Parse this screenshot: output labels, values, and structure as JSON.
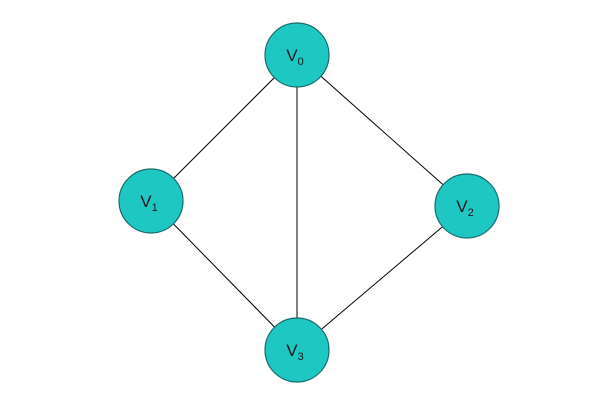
{
  "graph": {
    "node_color": "#1fc7c2",
    "edge_color": "#000000",
    "nodes": [
      {
        "id": "v0",
        "letter": "V",
        "subscript": "0"
      },
      {
        "id": "v1",
        "letter": "V",
        "subscript": "1"
      },
      {
        "id": "v2",
        "letter": "V",
        "subscript": "2"
      },
      {
        "id": "v3",
        "letter": "V",
        "subscript": "3"
      }
    ],
    "edges": [
      {
        "from": "v0",
        "to": "v1"
      },
      {
        "from": "v0",
        "to": "v2"
      },
      {
        "from": "v0",
        "to": "v3"
      },
      {
        "from": "v1",
        "to": "v3"
      },
      {
        "from": "v2",
        "to": "v3"
      }
    ]
  }
}
